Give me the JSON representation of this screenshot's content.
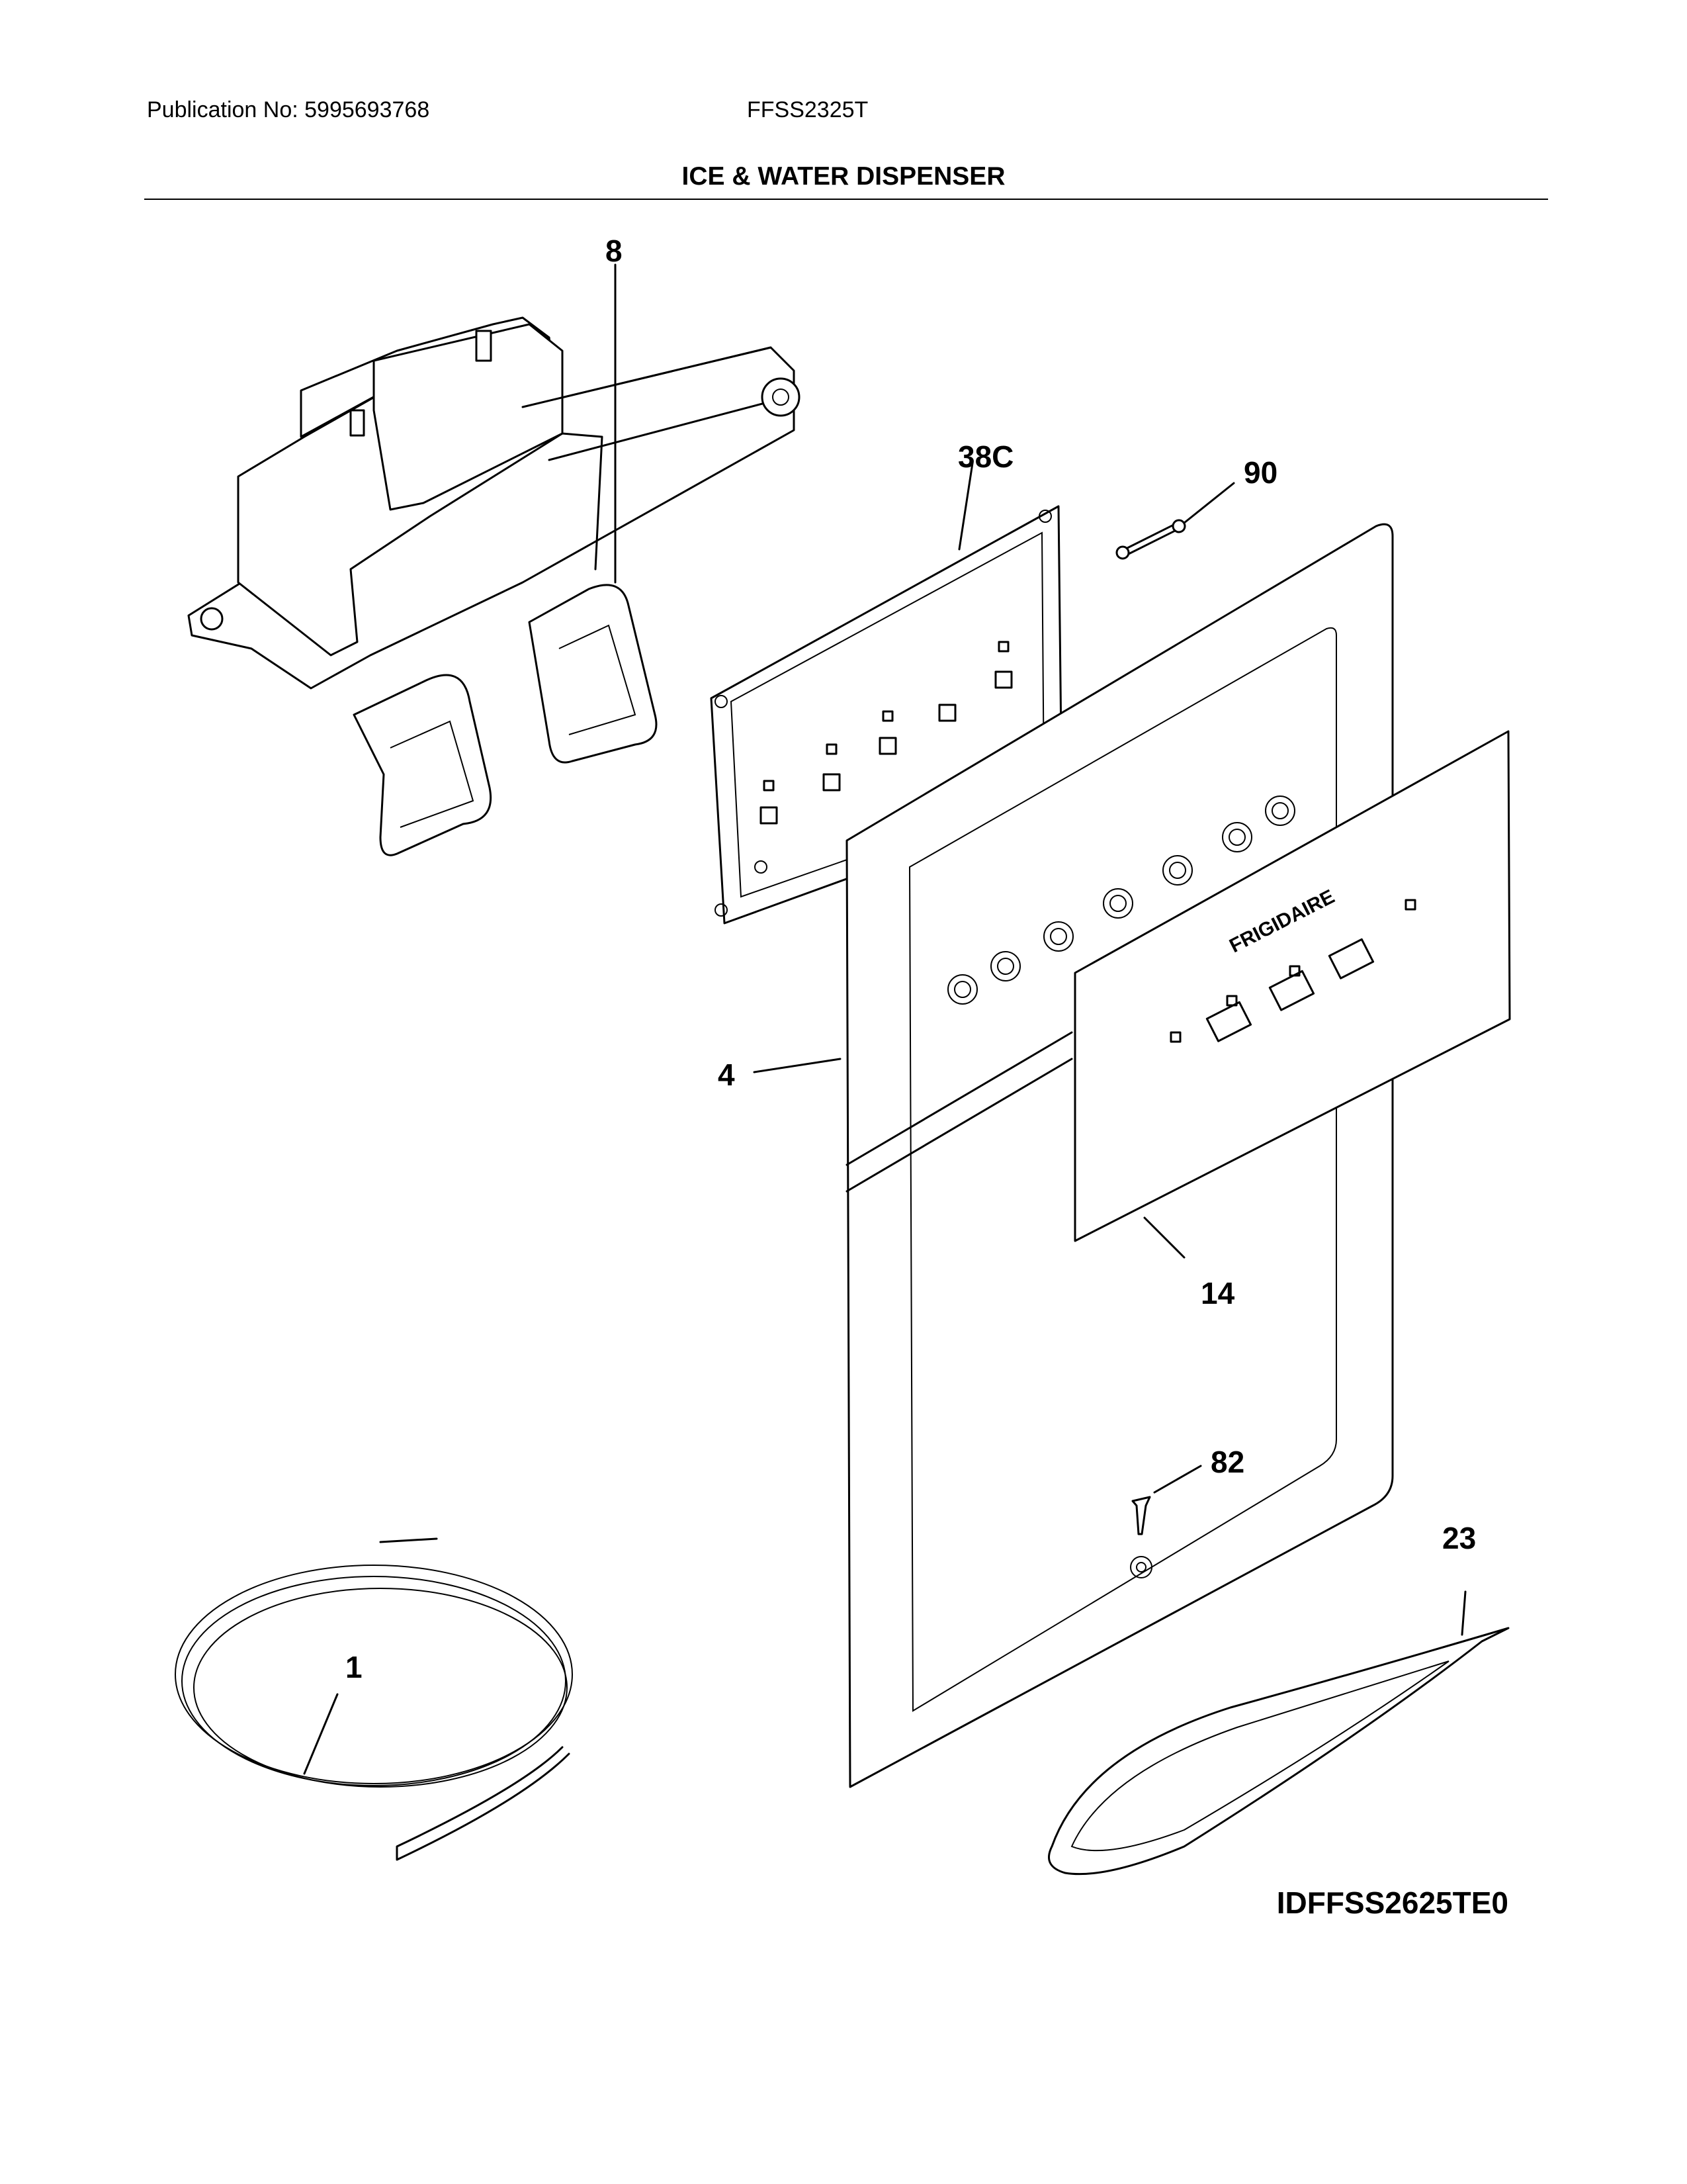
{
  "header": {
    "publication": "Publication No: 5995693768",
    "model": "FFSS2325T",
    "title": "ICE & WATER DISPENSER"
  },
  "callouts": {
    "c8": "8",
    "c38c": "38C",
    "c90": "90",
    "c4": "4",
    "c14": "14",
    "c82": "82",
    "c23": "23",
    "c1": "1"
  },
  "logo": "FRIGIDAIRE",
  "diagram_id": "IDFFSS2625TE0"
}
